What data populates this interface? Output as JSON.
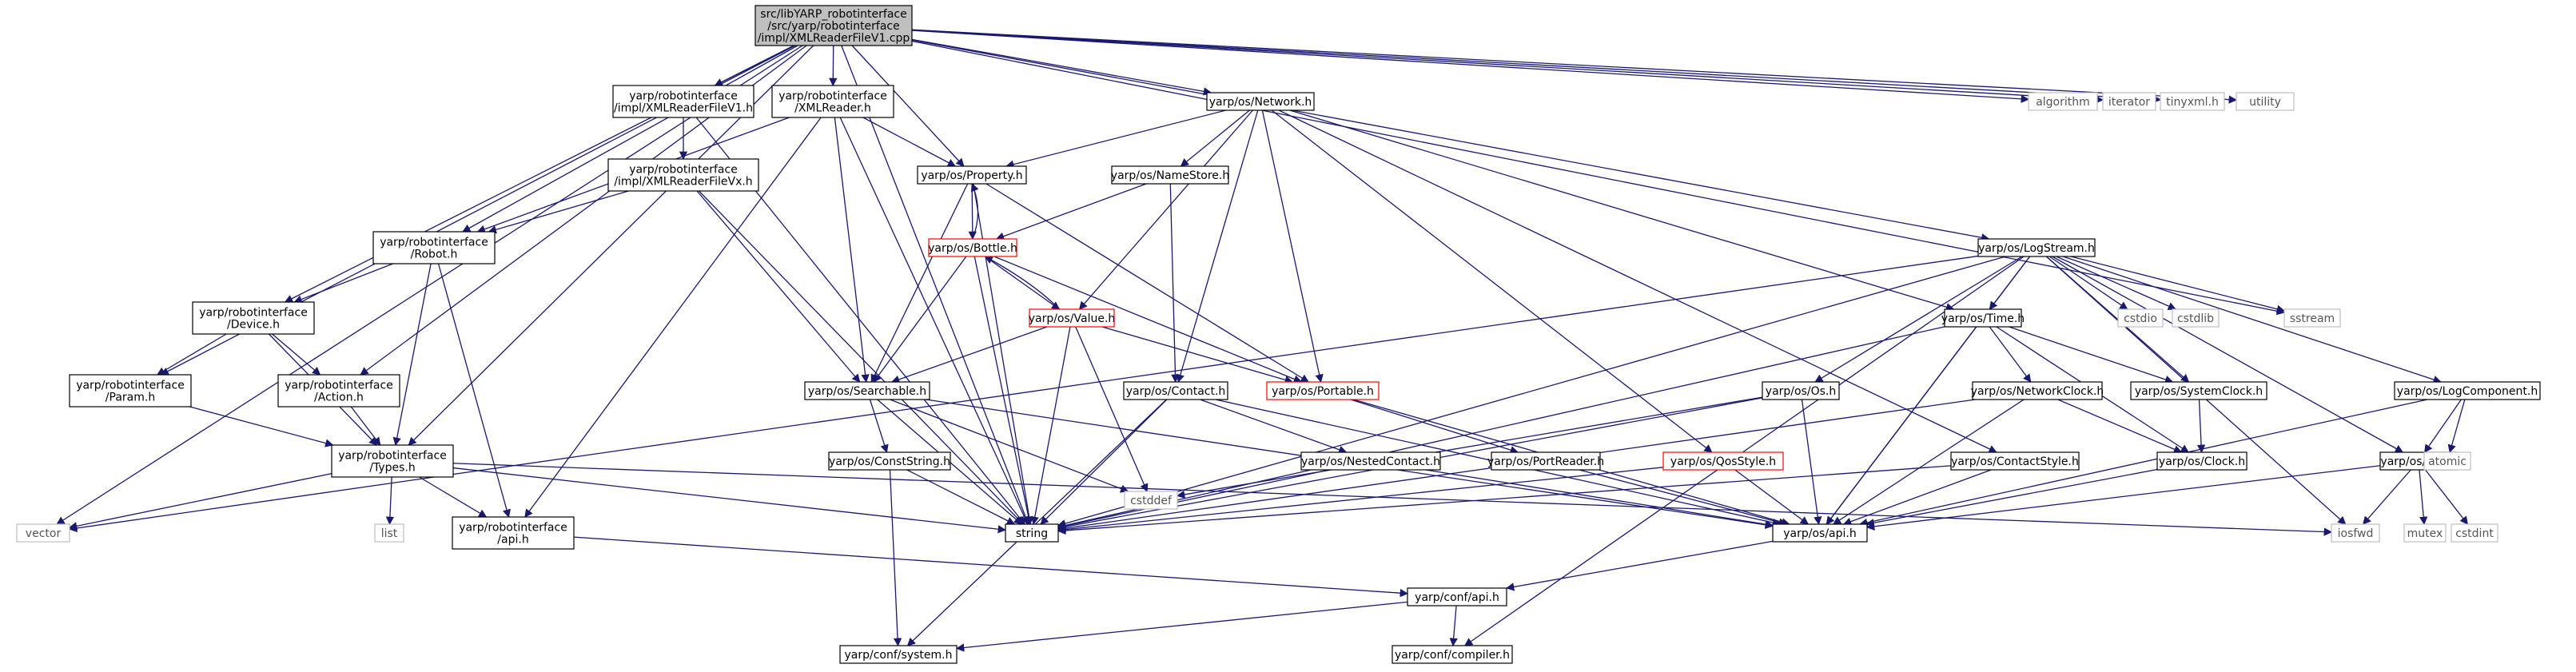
{
  "root": [
    "src/libYARP_robotinterface",
    "/src/yarp/robotinterface",
    "/impl/XMLReaderFileV1.cpp"
  ],
  "nodes": {
    "root": {
      "lines": [
        "src/libYARP_robotinterface",
        "/src/yarp/robotinterface",
        "/impl/XMLReaderFileV1.cpp"
      ],
      "kind": "root"
    },
    "ri_xmlv1": {
      "lines": [
        "yarp/robotinterface",
        "/impl/XMLReaderFileV1.h"
      ],
      "kind": "normal"
    },
    "ri_xmlreader": {
      "lines": [
        "yarp/robotinterface",
        "/XMLReader.h"
      ],
      "kind": "normal"
    },
    "network": {
      "lines": [
        "yarp/os/Network.h"
      ],
      "kind": "normal"
    },
    "algorithm": {
      "lines": [
        "algorithm"
      ],
      "kind": "external"
    },
    "iterator": {
      "lines": [
        "iterator"
      ],
      "kind": "external"
    },
    "tinyxml": {
      "lines": [
        "tinyxml.h"
      ],
      "kind": "external"
    },
    "utility": {
      "lines": [
        "utility"
      ],
      "kind": "external"
    },
    "property": {
      "lines": [
        "yarp/os/Property.h"
      ],
      "kind": "normal"
    },
    "namestore": {
      "lines": [
        "yarp/os/NameStore.h"
      ],
      "kind": "normal"
    },
    "ri_xmlvx": {
      "lines": [
        "yarp/robotinterface",
        "/impl/XMLReaderFileVx.h"
      ],
      "kind": "normal"
    },
    "ri_robot": {
      "lines": [
        "yarp/robotinterface",
        "/Robot.h"
      ],
      "kind": "normal"
    },
    "bottle": {
      "lines": [
        "yarp/os/Bottle.h"
      ],
      "kind": "truncated"
    },
    "logstream": {
      "lines": [
        "yarp/os/LogStream.h"
      ],
      "kind": "normal"
    },
    "ri_device": {
      "lines": [
        "yarp/robotinterface",
        "/Device.h"
      ],
      "kind": "normal"
    },
    "value": {
      "lines": [
        "yarp/os/Value.h"
      ],
      "kind": "truncated"
    },
    "time": {
      "lines": [
        "yarp/os/Time.h"
      ],
      "kind": "normal"
    },
    "cstdio": {
      "lines": [
        "cstdio"
      ],
      "kind": "external"
    },
    "cstdlib": {
      "lines": [
        "cstdlib"
      ],
      "kind": "external"
    },
    "sstream": {
      "lines": [
        "sstream"
      ],
      "kind": "external"
    },
    "ri_param": {
      "lines": [
        "yarp/robotinterface",
        "/Param.h"
      ],
      "kind": "normal"
    },
    "ri_action": {
      "lines": [
        "yarp/robotinterface",
        "/Action.h"
      ],
      "kind": "normal"
    },
    "searchable": {
      "lines": [
        "yarp/os/Searchable.h"
      ],
      "kind": "normal"
    },
    "contact": {
      "lines": [
        "yarp/os/Contact.h"
      ],
      "kind": "normal"
    },
    "portable": {
      "lines": [
        "yarp/os/Portable.h"
      ],
      "kind": "truncated"
    },
    "os_h": {
      "lines": [
        "yarp/os/Os.h"
      ],
      "kind": "normal"
    },
    "netclock": {
      "lines": [
        "yarp/os/NetworkClock.h"
      ],
      "kind": "normal"
    },
    "sysclock": {
      "lines": [
        "yarp/os/SystemClock.h"
      ],
      "kind": "normal"
    },
    "logcomponent": {
      "lines": [
        "yarp/os/LogComponent.h"
      ],
      "kind": "normal"
    },
    "ri_types": {
      "lines": [
        "yarp/robotinterface",
        "/Types.h"
      ],
      "kind": "normal"
    },
    "conststring": {
      "lines": [
        "yarp/os/ConstString.h"
      ],
      "kind": "normal"
    },
    "nestedcontact": {
      "lines": [
        "yarp/os/NestedContact.h"
      ],
      "kind": "normal"
    },
    "portreader": {
      "lines": [
        "yarp/os/PortReader.h"
      ],
      "kind": "normal"
    },
    "qosstyle": {
      "lines": [
        "yarp/os/QosStyle.h"
      ],
      "kind": "truncated"
    },
    "contactstyle": {
      "lines": [
        "yarp/os/ContactStyle.h"
      ],
      "kind": "normal"
    },
    "clock": {
      "lines": [
        "yarp/os/Clock.h"
      ],
      "kind": "normal"
    },
    "log": {
      "lines": [
        "yarp/os/Log.h"
      ],
      "kind": "normal"
    },
    "atomic": {
      "lines": [
        "atomic"
      ],
      "kind": "external"
    },
    "cstddef": {
      "lines": [
        "cstddef"
      ],
      "kind": "external"
    },
    "vector": {
      "lines": [
        "vector"
      ],
      "kind": "external"
    },
    "list": {
      "lines": [
        "list"
      ],
      "kind": "external"
    },
    "ri_api": {
      "lines": [
        "yarp/robotinterface",
        "/api.h"
      ],
      "kind": "normal"
    },
    "string": {
      "lines": [
        "string"
      ],
      "kind": "normal"
    },
    "os_api": {
      "lines": [
        "yarp/os/api.h"
      ],
      "kind": "normal"
    },
    "iosfwd": {
      "lines": [
        "iosfwd"
      ],
      "kind": "external"
    },
    "mutex": {
      "lines": [
        "mutex"
      ],
      "kind": "external"
    },
    "cstdint": {
      "lines": [
        "cstdint"
      ],
      "kind": "external"
    },
    "conf_api": {
      "lines": [
        "yarp/conf/api.h"
      ],
      "kind": "normal"
    },
    "conf_system": {
      "lines": [
        "yarp/conf/system.h"
      ],
      "kind": "normal"
    },
    "conf_compiler": {
      "lines": [
        "yarp/conf/compiler.h"
      ],
      "kind": "normal"
    }
  },
  "edges": [
    [
      "root",
      "ri_xmlv1"
    ],
    [
      "root",
      "ri_xmlreader"
    ],
    [
      "root",
      "network"
    ],
    [
      "root",
      "property"
    ],
    [
      "root",
      "algorithm"
    ],
    [
      "root",
      "iterator"
    ],
    [
      "root",
      "tinyxml"
    ],
    [
      "root",
      "utility"
    ],
    [
      "root",
      "sstream"
    ],
    [
      "root",
      "logstream"
    ],
    [
      "root",
      "ri_robot"
    ],
    [
      "root",
      "ri_device"
    ],
    [
      "root",
      "ri_param"
    ],
    [
      "root",
      "ri_action"
    ],
    [
      "root",
      "ri_types"
    ],
    [
      "root",
      "vector"
    ],
    [
      "root",
      "string"
    ],
    [
      "ri_xmlv1",
      "ri_xmlvx"
    ],
    [
      "ri_xmlv1",
      "string"
    ],
    [
      "ri_xmlreader",
      "property"
    ],
    [
      "ri_xmlreader",
      "ri_robot"
    ],
    [
      "ri_xmlreader",
      "searchable"
    ],
    [
      "ri_xmlreader",
      "ri_api"
    ],
    [
      "ri_xmlreader",
      "string"
    ],
    [
      "network",
      "property"
    ],
    [
      "network",
      "namestore"
    ],
    [
      "network",
      "value"
    ],
    [
      "network",
      "contact"
    ],
    [
      "network",
      "portable"
    ],
    [
      "network",
      "qosstyle"
    ],
    [
      "network",
      "contactstyle"
    ],
    [
      "network",
      "time"
    ],
    [
      "ri_xmlvx",
      "ri_robot"
    ],
    [
      "ri_xmlvx",
      "searchable"
    ],
    [
      "ri_xmlvx",
      "string"
    ],
    [
      "property",
      "bottle"
    ],
    [
      "property",
      "searchable"
    ],
    [
      "property",
      "portable"
    ],
    [
      "property",
      "string"
    ],
    [
      "namestore",
      "bottle"
    ],
    [
      "namestore",
      "contact"
    ],
    [
      "bottle",
      "value"
    ],
    [
      "bottle",
      "searchable"
    ],
    [
      "bottle",
      "portable"
    ],
    [
      "bottle",
      "string"
    ],
    [
      "bottle",
      "property"
    ],
    [
      "value",
      "bottle"
    ],
    [
      "value",
      "searchable"
    ],
    [
      "value",
      "portable"
    ],
    [
      "value",
      "cstddef"
    ],
    [
      "value",
      "string"
    ],
    [
      "ri_robot",
      "ri_device"
    ],
    [
      "ri_robot",
      "ri_types"
    ],
    [
      "ri_robot",
      "ri_api"
    ],
    [
      "ri_device",
      "ri_param"
    ],
    [
      "ri_device",
      "ri_action"
    ],
    [
      "ri_device",
      "ri_types"
    ],
    [
      "ri_param",
      "ri_types"
    ],
    [
      "ri_action",
      "ri_types"
    ],
    [
      "ri_types",
      "vector"
    ],
    [
      "ri_types",
      "list"
    ],
    [
      "ri_types",
      "ri_api"
    ],
    [
      "ri_types",
      "string"
    ],
    [
      "ri_types",
      "iosfwd"
    ],
    [
      "ri_api",
      "conf_api"
    ],
    [
      "searchable",
      "conststring"
    ],
    [
      "searchable",
      "cstddef"
    ],
    [
      "searchable",
      "string"
    ],
    [
      "searchable",
      "os_api"
    ],
    [
      "conststring",
      "string"
    ],
    [
      "conststring",
      "conf_system"
    ],
    [
      "contact",
      "nestedcontact"
    ],
    [
      "contact",
      "string"
    ],
    [
      "contact",
      "os_api"
    ],
    [
      "contact",
      "conf_system"
    ],
    [
      "portable",
      "portreader"
    ],
    [
      "portable",
      "os_api"
    ],
    [
      "portreader",
      "os_api"
    ],
    [
      "nestedcontact",
      "os_api"
    ],
    [
      "nestedcontact",
      "string"
    ],
    [
      "qosstyle",
      "os_api"
    ],
    [
      "qosstyle",
      "string"
    ],
    [
      "contactstyle",
      "os_api"
    ],
    [
      "contactstyle",
      "string"
    ],
    [
      "logstream",
      "vector"
    ],
    [
      "logstream",
      "string"
    ],
    [
      "logstream",
      "time"
    ],
    [
      "logstream",
      "os_h"
    ],
    [
      "logstream",
      "sysclock"
    ],
    [
      "logstream",
      "cstdio"
    ],
    [
      "logstream",
      "cstdlib"
    ],
    [
      "logstream",
      "sstream"
    ],
    [
      "logstream",
      "logcomponent"
    ],
    [
      "logstream",
      "log"
    ],
    [
      "logstream",
      "iosfwd"
    ],
    [
      "logstream",
      "os_api"
    ],
    [
      "logstream",
      "conf_compiler"
    ],
    [
      "time",
      "netclock"
    ],
    [
      "time",
      "sysclock"
    ],
    [
      "time",
      "clock"
    ],
    [
      "time",
      "string"
    ],
    [
      "time",
      "os_api"
    ],
    [
      "os_h",
      "cstddef"
    ],
    [
      "os_h",
      "string"
    ],
    [
      "os_h",
      "os_api"
    ],
    [
      "netclock",
      "clock"
    ],
    [
      "netclock",
      "os_api"
    ],
    [
      "netclock",
      "string"
    ],
    [
      "sysclock",
      "clock"
    ],
    [
      "clock",
      "os_api"
    ],
    [
      "logcomponent",
      "log"
    ],
    [
      "logcomponent",
      "atomic"
    ],
    [
      "logcomponent",
      "os_api"
    ],
    [
      "log",
      "iosfwd"
    ],
    [
      "log",
      "mutex"
    ],
    [
      "log",
      "cstdint"
    ],
    [
      "log",
      "os_api"
    ],
    [
      "os_api",
      "conf_api"
    ],
    [
      "conf_api",
      "conf_system"
    ],
    [
      "conf_api",
      "conf_compiler"
    ]
  ],
  "colors": {
    "edge": "#191970",
    "node_border": "#000000",
    "external_border": "#bfbfbf",
    "truncated_border": "#ff0000",
    "root_fill": "#bfbfbf"
  }
}
